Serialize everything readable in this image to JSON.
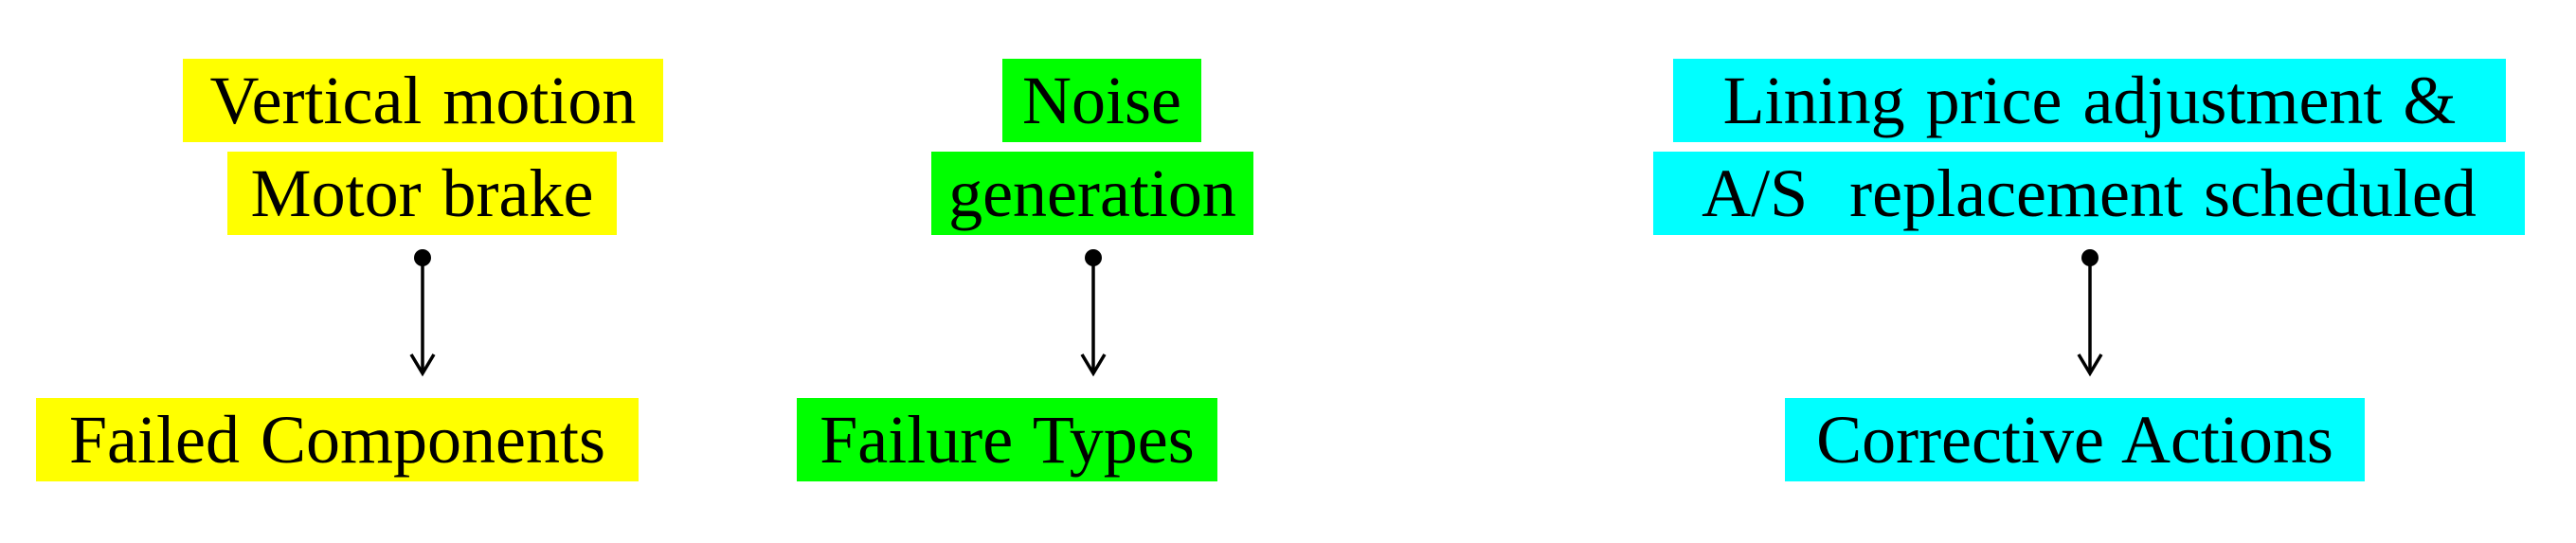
{
  "colors": {
    "yellow": "#ffff00",
    "green": "#00ff00",
    "cyan": "#00ffff",
    "ink": "#000000"
  },
  "columns": [
    {
      "title": "Failed Components",
      "value_lines": [
        "Vertical motion",
        "Motor brake"
      ],
      "color": "yellow",
      "connector_icon": "arrow-down-icon"
    },
    {
      "title": "Failure Types",
      "value_lines": [
        "Noise",
        "generation"
      ],
      "color": "green",
      "connector_icon": "arrow-down-icon"
    },
    {
      "title": "Corrective Actions",
      "value_lines": [
        "Lining price adjustment &",
        "A/S  replacement scheduled"
      ],
      "color": "cyan",
      "connector_icon": "arrow-down-icon"
    }
  ]
}
